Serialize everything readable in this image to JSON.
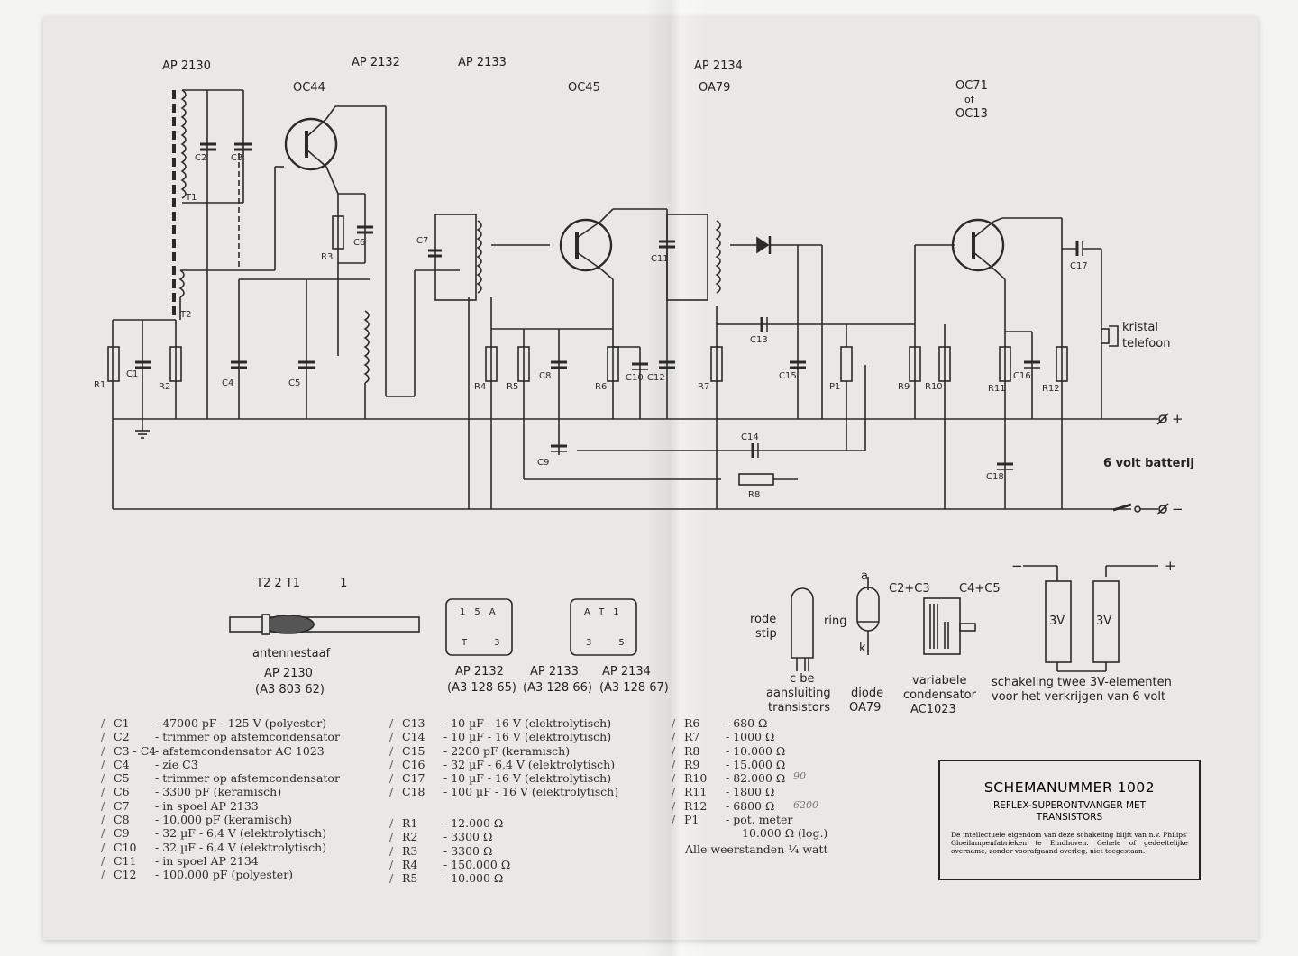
{
  "schematic": {
    "coil_labels": [
      "AP 2130",
      "AP 2132",
      "AP 2133",
      "AP 2134"
    ],
    "transistor_labels": {
      "t1": "OC44",
      "t2": "OC45",
      "t3_line1": "OC71",
      "t3_line2": "of",
      "t3_line3": "OC13"
    },
    "diode_label": "OA79",
    "earphone_label_1": "kristal",
    "earphone_label_2": "telefoon",
    "battery_label": "6 volt batterij",
    "plus": "+",
    "minus": "−",
    "components": [
      "R1",
      "C1",
      "R2",
      "C4",
      "C5",
      "R3",
      "C6",
      "C2",
      "C3",
      "T1",
      "T2",
      "C7",
      "R4",
      "R5",
      "C8",
      "C9",
      "R6",
      "C10",
      "C11",
      "C12",
      "R7",
      "C13",
      "C14",
      "R8",
      "C15",
      "P1",
      "R9",
      "R10",
      "R11",
      "C16",
      "R12",
      "C17",
      "C18"
    ]
  },
  "details": {
    "antenna": {
      "markers": [
        "T2",
        "2",
        "T1",
        "1"
      ],
      "caption": "antennestaaf",
      "type": "AP 2130",
      "code": "(A3 803 62)"
    },
    "coil_2132": {
      "pins_top": [
        "1",
        "5",
        "A"
      ],
      "pins_bottom": [
        "T",
        "3"
      ],
      "type": "AP 2132",
      "code": "(A3 128 65)"
    },
    "coil_2133": {
      "pins_top": [
        "A",
        "T",
        "1"
      ],
      "pins_bottom": [
        "3",
        "5"
      ],
      "type_a": "AP 2133",
      "type_b": "AP 2134",
      "code_a": "(A3 128 66)",
      "code_b": "(A3 128 67)"
    },
    "transistor_pinout": {
      "dot_label_1": "rode",
      "dot_label_2": "stip",
      "pins": "c be",
      "caption_1": "aansluiting",
      "caption_2": "transistors"
    },
    "diode": {
      "anode": "a",
      "cathode": "k",
      "ring": "ring",
      "caption_1": "diode",
      "caption_2": "OA79"
    },
    "varcap": {
      "left": "C2+C3",
      "right": "C4+C5",
      "caption_1": "variabele",
      "caption_2": "condensator",
      "caption_3": "AC1023"
    },
    "batteries": {
      "minus": "−",
      "plus": "+",
      "cell": "3V",
      "caption_1": "schakeling twee 3V-elementen",
      "caption_2": "voor het verkrijgen van 6 volt"
    }
  },
  "parts_capacitors": [
    {
      "ref": "C1",
      "val": "- 47000 pF - 125 V (polyester)"
    },
    {
      "ref": "C2",
      "val": "- trimmer op afstemcondensator"
    },
    {
      "ref": "C3 - C4",
      "val": "- afstemcondensator AC 1023"
    },
    {
      "ref": "C4",
      "val": "- zie C3"
    },
    {
      "ref": "C5",
      "val": "- trimmer op afstemcondensator"
    },
    {
      "ref": "C6",
      "val": "- 3300 pF (keramisch)"
    },
    {
      "ref": "C7",
      "val": "- in spoel AP 2133"
    },
    {
      "ref": "C8",
      "val": "- 10.000 pF (keramisch)"
    },
    {
      "ref": "C9",
      "val": "- 32 µF - 6,4 V (elektrolytisch)"
    },
    {
      "ref": "C10",
      "val": "- 32 µF - 6,4 V (elektrolytisch)"
    },
    {
      "ref": "C11",
      "val": "- in spoel AP 2134"
    },
    {
      "ref": "C12",
      "val": "- 100.000 pF (polyester)"
    }
  ],
  "parts_capacitors_2": [
    {
      "ref": "C13",
      "val": "- 10 µF - 16 V (elektrolytisch)"
    },
    {
      "ref": "C14",
      "val": "- 10 µF - 16 V (elektrolytisch)"
    },
    {
      "ref": "C15",
      "val": "- 2200 pF (keramisch)"
    },
    {
      "ref": "C16",
      "val": "- 32 µF - 6,4 V (elektrolytisch)"
    },
    {
      "ref": "C17",
      "val": "- 10 µF - 16 V (elektrolytisch)"
    },
    {
      "ref": "C18",
      "val": "- 100 µF - 16 V (elektrolytisch)"
    }
  ],
  "parts_resistors_1": [
    {
      "ref": "R1",
      "val": "- 12.000 Ω"
    },
    {
      "ref": "R2",
      "val": "- 3300 Ω"
    },
    {
      "ref": "R3",
      "val": "- 3300 Ω"
    },
    {
      "ref": "R4",
      "val": "- 150.000 Ω"
    },
    {
      "ref": "R5",
      "val": "- 10.000 Ω"
    }
  ],
  "parts_resistors_2": [
    {
      "ref": "R6",
      "val": "- 680 Ω"
    },
    {
      "ref": "R7",
      "val": "- 1000 Ω"
    },
    {
      "ref": "R8",
      "val": "- 10.000 Ω"
    },
    {
      "ref": "R9",
      "val": "- 15.000 Ω"
    },
    {
      "ref": "R10",
      "val": "- 82.000 Ω"
    },
    {
      "ref": "R11",
      "val": "- 1800 Ω"
    },
    {
      "ref": "R12",
      "val": "- 6800 Ω"
    },
    {
      "ref": "P1",
      "val": "- pot. meter"
    },
    {
      "ref": "",
      "val": "10.000 Ω (log.)"
    }
  ],
  "parts_note": "Alle weerstanden ¼ watt",
  "handwritten": [
    "90",
    "6200"
  ],
  "title_block": {
    "title": "SCHEMANUMMER 1002",
    "subtitle_1": "REFLEX-SUPERONTVANGER MET",
    "subtitle_2": "TRANSISTORS",
    "notice": "De intellectuele eigendom van deze schakeling blijft van n.v. Philips' Gloeilampenfabrieken te Eindhoven. Gehele of gedeeltelijke overname, zonder voorafgaand overleg, niet toegestaan."
  },
  "colors": {
    "paper": "#e9e8e4",
    "ink": "#2a2a2a"
  }
}
